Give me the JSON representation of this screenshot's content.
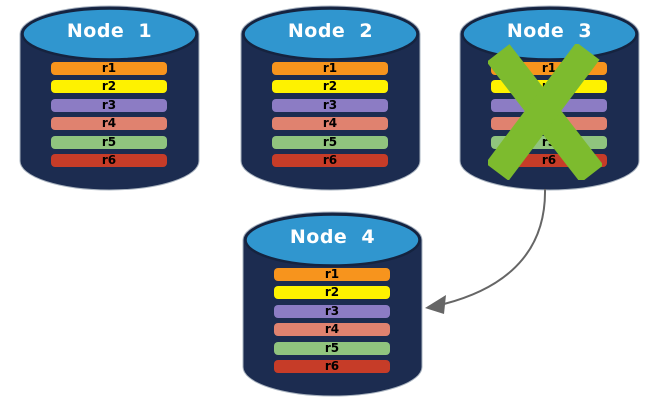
{
  "diagram": {
    "title_implicit": "Replicated records across database nodes; failed node data moved to new node",
    "colors": {
      "background": "#FFFFFF",
      "cylinder_body": "#1C2C50",
      "cylinder_top": "#3096CF",
      "cylinder_top_stroke": "#15233F",
      "cylinder_outline": "#AAB4C0",
      "title_text": "#FFFFFF",
      "record_text": "#000000",
      "failure_x": "#7DBB2E",
      "arrow": "#666666"
    },
    "nodes": [
      {
        "id": "node-1",
        "title": "Node 1",
        "failed": false,
        "records": [
          {
            "label": "r1",
            "color": "#F7941D"
          },
          {
            "label": "r2",
            "color": "#FEF200"
          },
          {
            "label": "r3",
            "color": "#8C7CC4"
          },
          {
            "label": "r4",
            "color": "#E0826F"
          },
          {
            "label": "r5",
            "color": "#90C47E"
          },
          {
            "label": "r6",
            "color": "#C63C28"
          }
        ]
      },
      {
        "id": "node-2",
        "title": "Node 2",
        "failed": false,
        "records": [
          {
            "label": "r1",
            "color": "#F7941D"
          },
          {
            "label": "r2",
            "color": "#FEF200"
          },
          {
            "label": "r3",
            "color": "#8C7CC4"
          },
          {
            "label": "r4",
            "color": "#E0826F"
          },
          {
            "label": "r5",
            "color": "#90C47E"
          },
          {
            "label": "r6",
            "color": "#C63C28"
          }
        ]
      },
      {
        "id": "node-3",
        "title": "Node 3",
        "failed": true,
        "records": [
          {
            "label": "r1",
            "color": "#F7941D"
          },
          {
            "label": "r2",
            "color": "#FEF200"
          },
          {
            "label": "r3",
            "color": "#8C7CC4"
          },
          {
            "label": "r4",
            "color": "#E0826F"
          },
          {
            "label": "r5",
            "color": "#90C47E"
          },
          {
            "label": "r6",
            "color": "#C63C28"
          }
        ]
      },
      {
        "id": "node-4",
        "title": "Node 4",
        "failed": false,
        "records": [
          {
            "label": "r1",
            "color": "#F7941D"
          },
          {
            "label": "r2",
            "color": "#FEF200"
          },
          {
            "label": "r3",
            "color": "#8C7CC4"
          },
          {
            "label": "r4",
            "color": "#E0826F"
          },
          {
            "label": "r5",
            "color": "#90C47E"
          },
          {
            "label": "r6",
            "color": "#C63C28"
          }
        ]
      }
    ],
    "arrow": {
      "from": "node-3",
      "to": "node-4"
    }
  }
}
